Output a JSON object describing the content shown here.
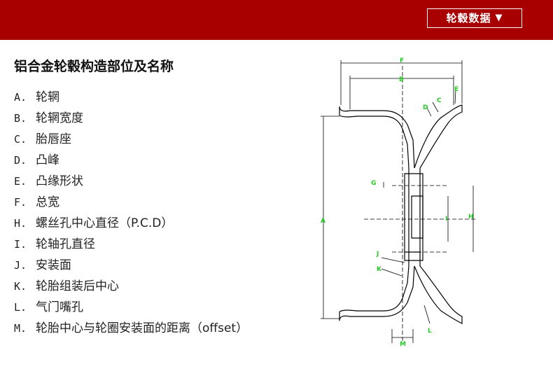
{
  "header": {
    "dropdown_label": "轮毂数据",
    "dropdown_arrow": "▼"
  },
  "title": "铝合金轮毂构造部位及名称",
  "legend": [
    {
      "key": "A.",
      "label": "轮辋"
    },
    {
      "key": "B.",
      "label": "轮辋宽度"
    },
    {
      "key": "C.",
      "label": "胎唇座"
    },
    {
      "key": "D.",
      "label": "凸峰"
    },
    {
      "key": "E.",
      "label": "凸缘形状"
    },
    {
      "key": "F.",
      "label": "总宽"
    },
    {
      "key": "H.",
      "label": "螺丝孔中心直径（P.C.D）"
    },
    {
      "key": "I.",
      "label": "轮轴孔直径"
    },
    {
      "key": "J.",
      "label": "安装面"
    },
    {
      "key": "K.",
      "label": "轮胎组装后中心"
    },
    {
      "key": "L.",
      "label": "气门嘴孔"
    },
    {
      "key": "M.",
      "label": "轮胎中心与轮圈安装面的距离（offset）"
    }
  ],
  "diagram_labels": {
    "A": "A",
    "B": "B",
    "C": "C",
    "D": "D",
    "E": "E",
    "F": "F",
    "G": "G",
    "H": "H",
    "I": "I",
    "J": "J",
    "K": "K",
    "L": "L",
    "M": "M"
  },
  "colors": {
    "header_bg": "#a80000",
    "label_green": "#22cc22",
    "line": "#000000"
  }
}
